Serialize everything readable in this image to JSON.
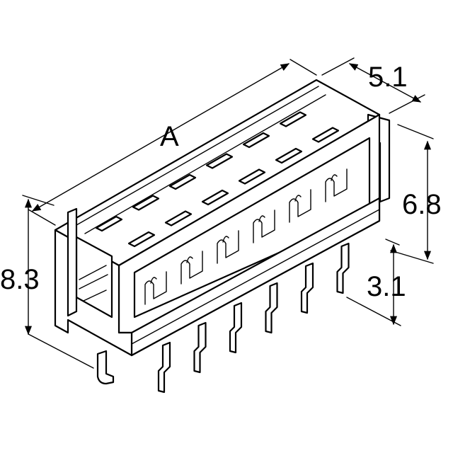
{
  "diagram": {
    "dimensions": {
      "length": "A",
      "width": "5.1",
      "body_height": "6.8",
      "lead_length": "3.1",
      "total_height": "8.3"
    },
    "pin_count": 12,
    "colors": {
      "stroke": "#000000",
      "background": "#ffffff"
    }
  }
}
